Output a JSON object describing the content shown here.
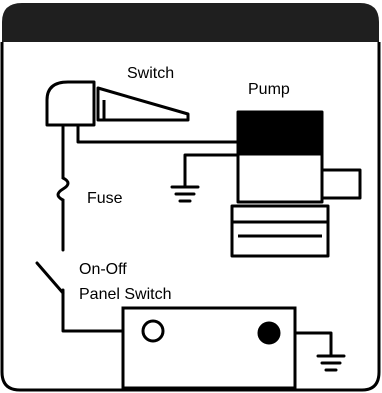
{
  "labels": {
    "switch": "Switch",
    "pump": "Pump",
    "fuse": "Fuse",
    "panel_switch_line1": "On-Off",
    "panel_switch_line2": "Panel Switch"
  },
  "colors": {
    "stroke": "#000000",
    "fill_dark": "#000000",
    "background": "#ffffff"
  },
  "icons": [
    "ground-icon",
    "fuse-icon",
    "float-switch-icon",
    "pump-icon",
    "battery-icon",
    "panel-switch-icon"
  ]
}
